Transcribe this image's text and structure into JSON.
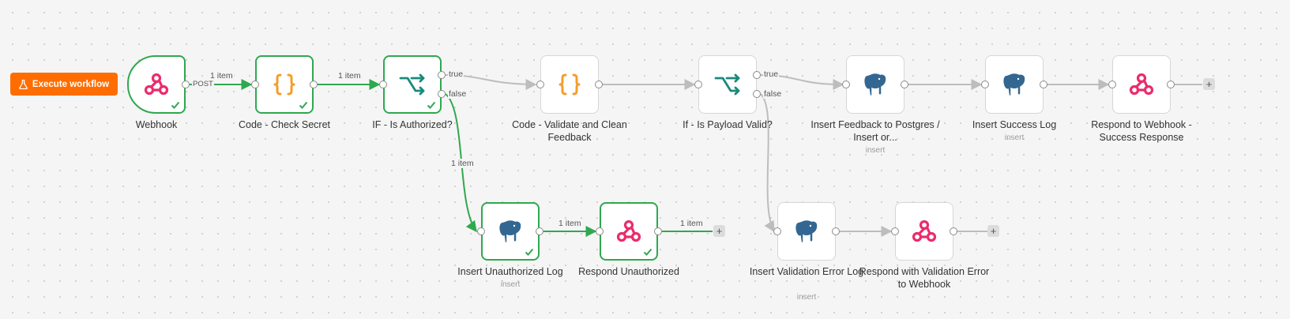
{
  "toolbar": {
    "execute_label": "Execute workflow"
  },
  "colors": {
    "accent": "#ff6d00",
    "success": "#2fa84f",
    "webhook": "#ea2c6d",
    "code": "#f59d2a",
    "if": "#1a8a7a",
    "postgres": "#336791"
  },
  "nodes": [
    {
      "label": "Webhook",
      "icon": "webhook-icon",
      "executed": true
    },
    {
      "label": "Code - Check Secret",
      "icon": "code-braces-icon",
      "executed": true
    },
    {
      "label": "IF - Is Authorized?",
      "icon": "if-branch-icon",
      "executed": true
    },
    {
      "label": "Code - Validate and Clean Feedback",
      "icon": "code-braces-icon",
      "executed": false
    },
    {
      "label": "If - Is Payload Valid?",
      "icon": "if-branch-icon",
      "executed": false
    },
    {
      "label": "Insert Feedback to Postgres / Insert or...",
      "icon": "postgres-elephant-icon",
      "subtitle": "insert",
      "executed": false
    },
    {
      "label": "Insert Success Log",
      "icon": "postgres-elephant-icon",
      "subtitle": "insert",
      "executed": false
    },
    {
      "label": "Respond to Webhook - Success Response",
      "icon": "webhook-icon",
      "executed": false
    },
    {
      "label": "Insert Unauthorized Log",
      "icon": "postgres-elephant-icon",
      "subtitle": "insert",
      "executed": true
    },
    {
      "label": "Respond Unauthorized",
      "icon": "webhook-icon",
      "executed": true
    },
    {
      "label": "Insert Validation Error Log",
      "icon": "postgres-elephant-icon",
      "subtitle": "insert",
      "executed": false
    },
    {
      "label": "Respond with Validation Error to Webhook",
      "icon": "webhook-icon",
      "executed": false
    }
  ],
  "edges": {
    "webhook_method": "POST",
    "webhook_to_code": "1 item",
    "code_to_if": "1 item",
    "if_auth_true": "true",
    "if_auth_false": "false",
    "if_false_count": "1 item",
    "unauth_log_to_respond": "1 item",
    "respond_unauth_out": "1 item",
    "if_payload_true": "true",
    "if_payload_false": "false"
  },
  "add_symbol": "+"
}
